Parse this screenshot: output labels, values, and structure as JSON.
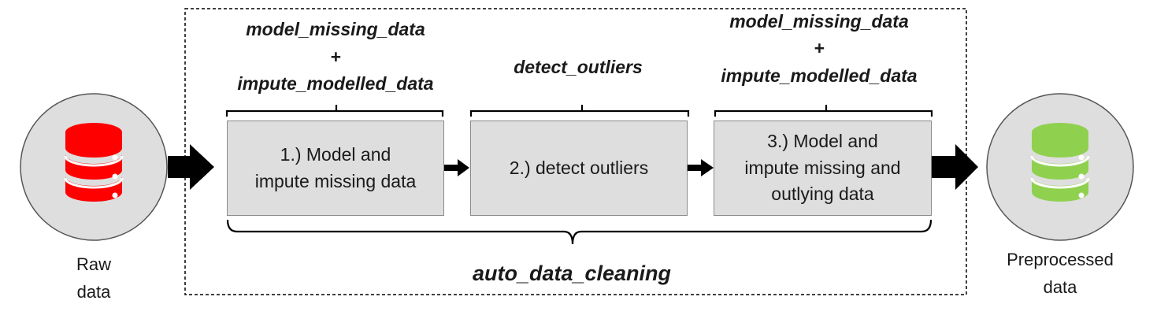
{
  "input": {
    "label_line1": "Raw",
    "label_line2": "data",
    "db_icon": "database-icon",
    "db_color": "#ff0000"
  },
  "output": {
    "label_line1": "Preprocessed",
    "label_line2": "data",
    "db_icon": "database-icon",
    "db_color": "#8fd14f"
  },
  "container": {
    "label": "auto_data_cleaning"
  },
  "steps": [
    {
      "text": "1.) Model and\nimpute missing data",
      "func_line1": "model_missing_data",
      "func_plus": "+",
      "func_line2": "impute_modelled_data"
    },
    {
      "text": "2.) detect outliers",
      "func_line1": "detect_outliers"
    },
    {
      "text": "3.) Model and\nimpute missing and\noutlying data",
      "func_line1": "model_missing_data",
      "func_plus": "+",
      "func_line2": "impute_modelled_data"
    }
  ],
  "colors": {
    "circle_fill": "#dedede",
    "box_fill": "#dedede",
    "arrow": "#000000"
  }
}
